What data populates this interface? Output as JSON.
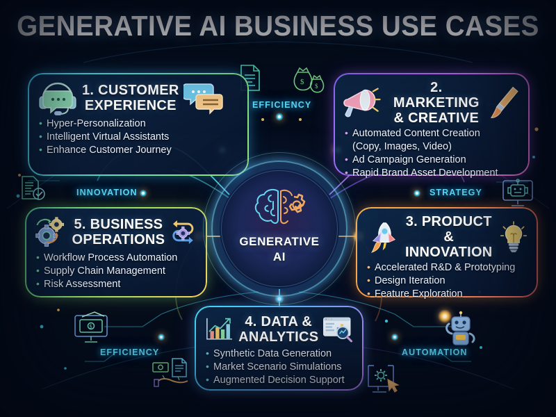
{
  "page": {
    "title": "GENERATIVE AI BUSINESS USE CASES",
    "background_color": "#050d1c",
    "accent_color": "#5fd8f7"
  },
  "hub": {
    "line1": "GENERATIVE",
    "line2": "AI",
    "icon": "brain-gear-icon"
  },
  "connector_labels": {
    "efficiency_top": "EFFICIENCY",
    "innovation": "INNOVATION",
    "strategy": "STRATEGY",
    "efficiency_bottom": "EFFICIENCY",
    "automation": "AUTOMATION"
  },
  "cards": [
    {
      "id": "customer-experience",
      "number": "1.",
      "title_line1": "1. CUSTOMER",
      "title_line2": "EXPERIENCE",
      "accent": "#3fd8ff",
      "icons": [
        "headset-chat-icon",
        "speech-bubbles-icon"
      ],
      "bullets": [
        "Hyper-Personalization",
        "Intelligent Virtual Assistants",
        "Enhance Customer Journey"
      ]
    },
    {
      "id": "marketing-creative",
      "number": "2.",
      "title_line1": "2. MARKETING",
      "title_line2": "& CREATIVE",
      "accent": "#c06bf5",
      "icons": [
        "megaphone-icon",
        "paintbrush-icon"
      ],
      "bullets": [
        "Automated Content Creation",
        "(Copy, Images, Video)",
        "Ad Campaign Generation",
        "Rapid Brand Asset Development"
      ]
    },
    {
      "id": "product-innovation",
      "number": "3.",
      "title_line1": "3. PRODUCT &",
      "title_line2": "INNOVATION",
      "accent": "#ff8a4c",
      "icons": [
        "rocket-icon",
        "lightbulb-icon"
      ],
      "bullets": [
        "Accelerated R&D & Prototyping",
        "Design Iteration",
        "Feature Exploration"
      ]
    },
    {
      "id": "data-analytics",
      "number": "4.",
      "title_line1": "4. DATA &",
      "title_line2": "ANALYTICS",
      "accent": "#3fe0ff",
      "icons": [
        "growth-chart-icon",
        "dashboard-magnifier-icon"
      ],
      "bullets": [
        "Synthetic Data Generation",
        "Market Scenario Simulations",
        "Augmented Decision Support"
      ]
    },
    {
      "id": "business-operations",
      "number": "5.",
      "title_line1": "5. BUSINESS",
      "title_line2": "OPERATIONS",
      "accent": "#a8e05a",
      "icons": [
        "gears-icon",
        "cycle-arrows-gear-icon"
      ],
      "bullets": [
        "Workflow Process Automation",
        "Supply Chain Management",
        "Risk Assessment"
      ]
    }
  ],
  "decorative_icons": [
    "document-icon",
    "money-bags-icon",
    "document-check-icon",
    "robot-monitor-icon",
    "money-monitor-icon",
    "hand-money-document-icon",
    "gear-monitor-cursor-icon",
    "robot-character-icon"
  ]
}
